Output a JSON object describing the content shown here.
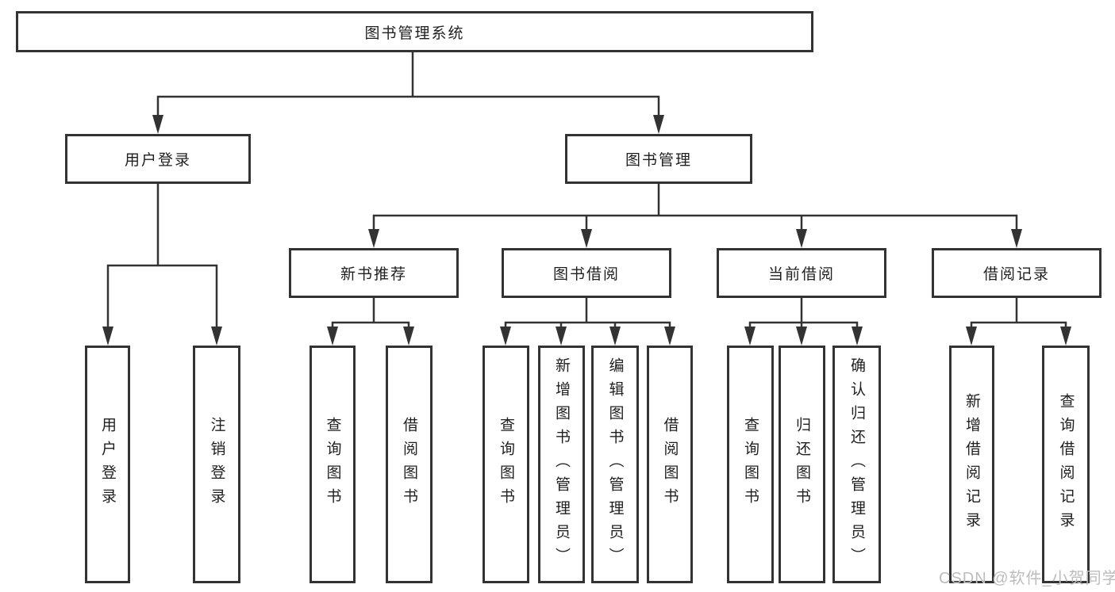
{
  "tree": {
    "label": "图书管理系统",
    "children": [
      {
        "label": "用户登录",
        "children": [
          {
            "label": "用户登录"
          },
          {
            "label": "注销登录"
          }
        ]
      },
      {
        "label": "图书管理",
        "children": [
          {
            "label": "新书推荐",
            "children": [
              {
                "label": "查询图书"
              },
              {
                "label": "借阅图书"
              }
            ]
          },
          {
            "label": "图书借阅",
            "children": [
              {
                "label": "查询图书"
              },
              {
                "label": "新增图书（管理员）"
              },
              {
                "label": "编辑图书（管理员）"
              },
              {
                "label": "借阅图书"
              }
            ]
          },
          {
            "label": "当前借阅",
            "children": [
              {
                "label": "查询图书"
              },
              {
                "label": "归还图书"
              },
              {
                "label": "确认归还（管理员）"
              }
            ]
          },
          {
            "label": "借阅记录",
            "children": [
              {
                "label": "新增借阅记录"
              },
              {
                "label": "查询借阅记录"
              }
            ]
          }
        ]
      }
    ]
  },
  "watermark": {
    "text": "CSDN @软件_小贺同学"
  },
  "colors": {
    "line": "#333333",
    "border": "#333333",
    "text": "#1f1f1f",
    "background": "#ffffff",
    "watermark": "#bcbcbc"
  }
}
